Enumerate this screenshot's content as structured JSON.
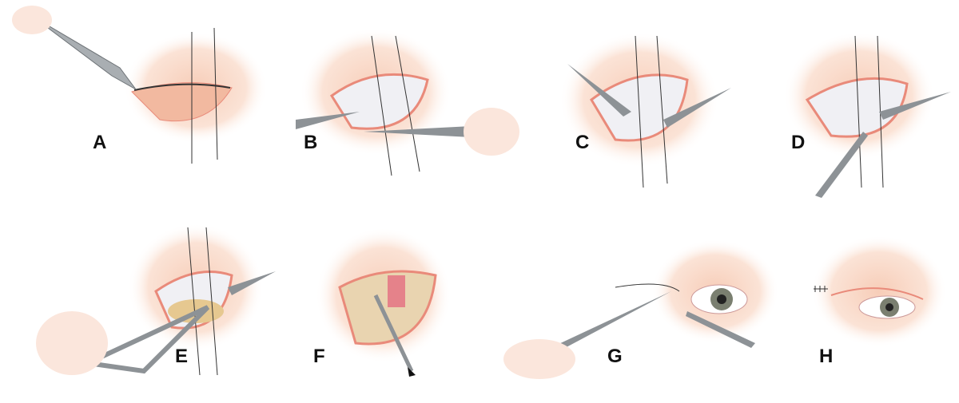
{
  "figure": {
    "panels": [
      {
        "id": "A",
        "label": "A"
      },
      {
        "id": "B",
        "label": "B"
      },
      {
        "id": "C",
        "label": "C"
      },
      {
        "id": "D",
        "label": "D"
      },
      {
        "id": "E",
        "label": "E"
      },
      {
        "id": "F",
        "label": "F"
      },
      {
        "id": "G",
        "label": "G"
      },
      {
        "id": "H",
        "label": "H"
      }
    ],
    "colors": {
      "skin": "#fbe3d6",
      "skin_dark": "#f2b9a0",
      "wound": "#e98a7a",
      "steel": "#8d9296",
      "thread": "#333333"
    }
  }
}
